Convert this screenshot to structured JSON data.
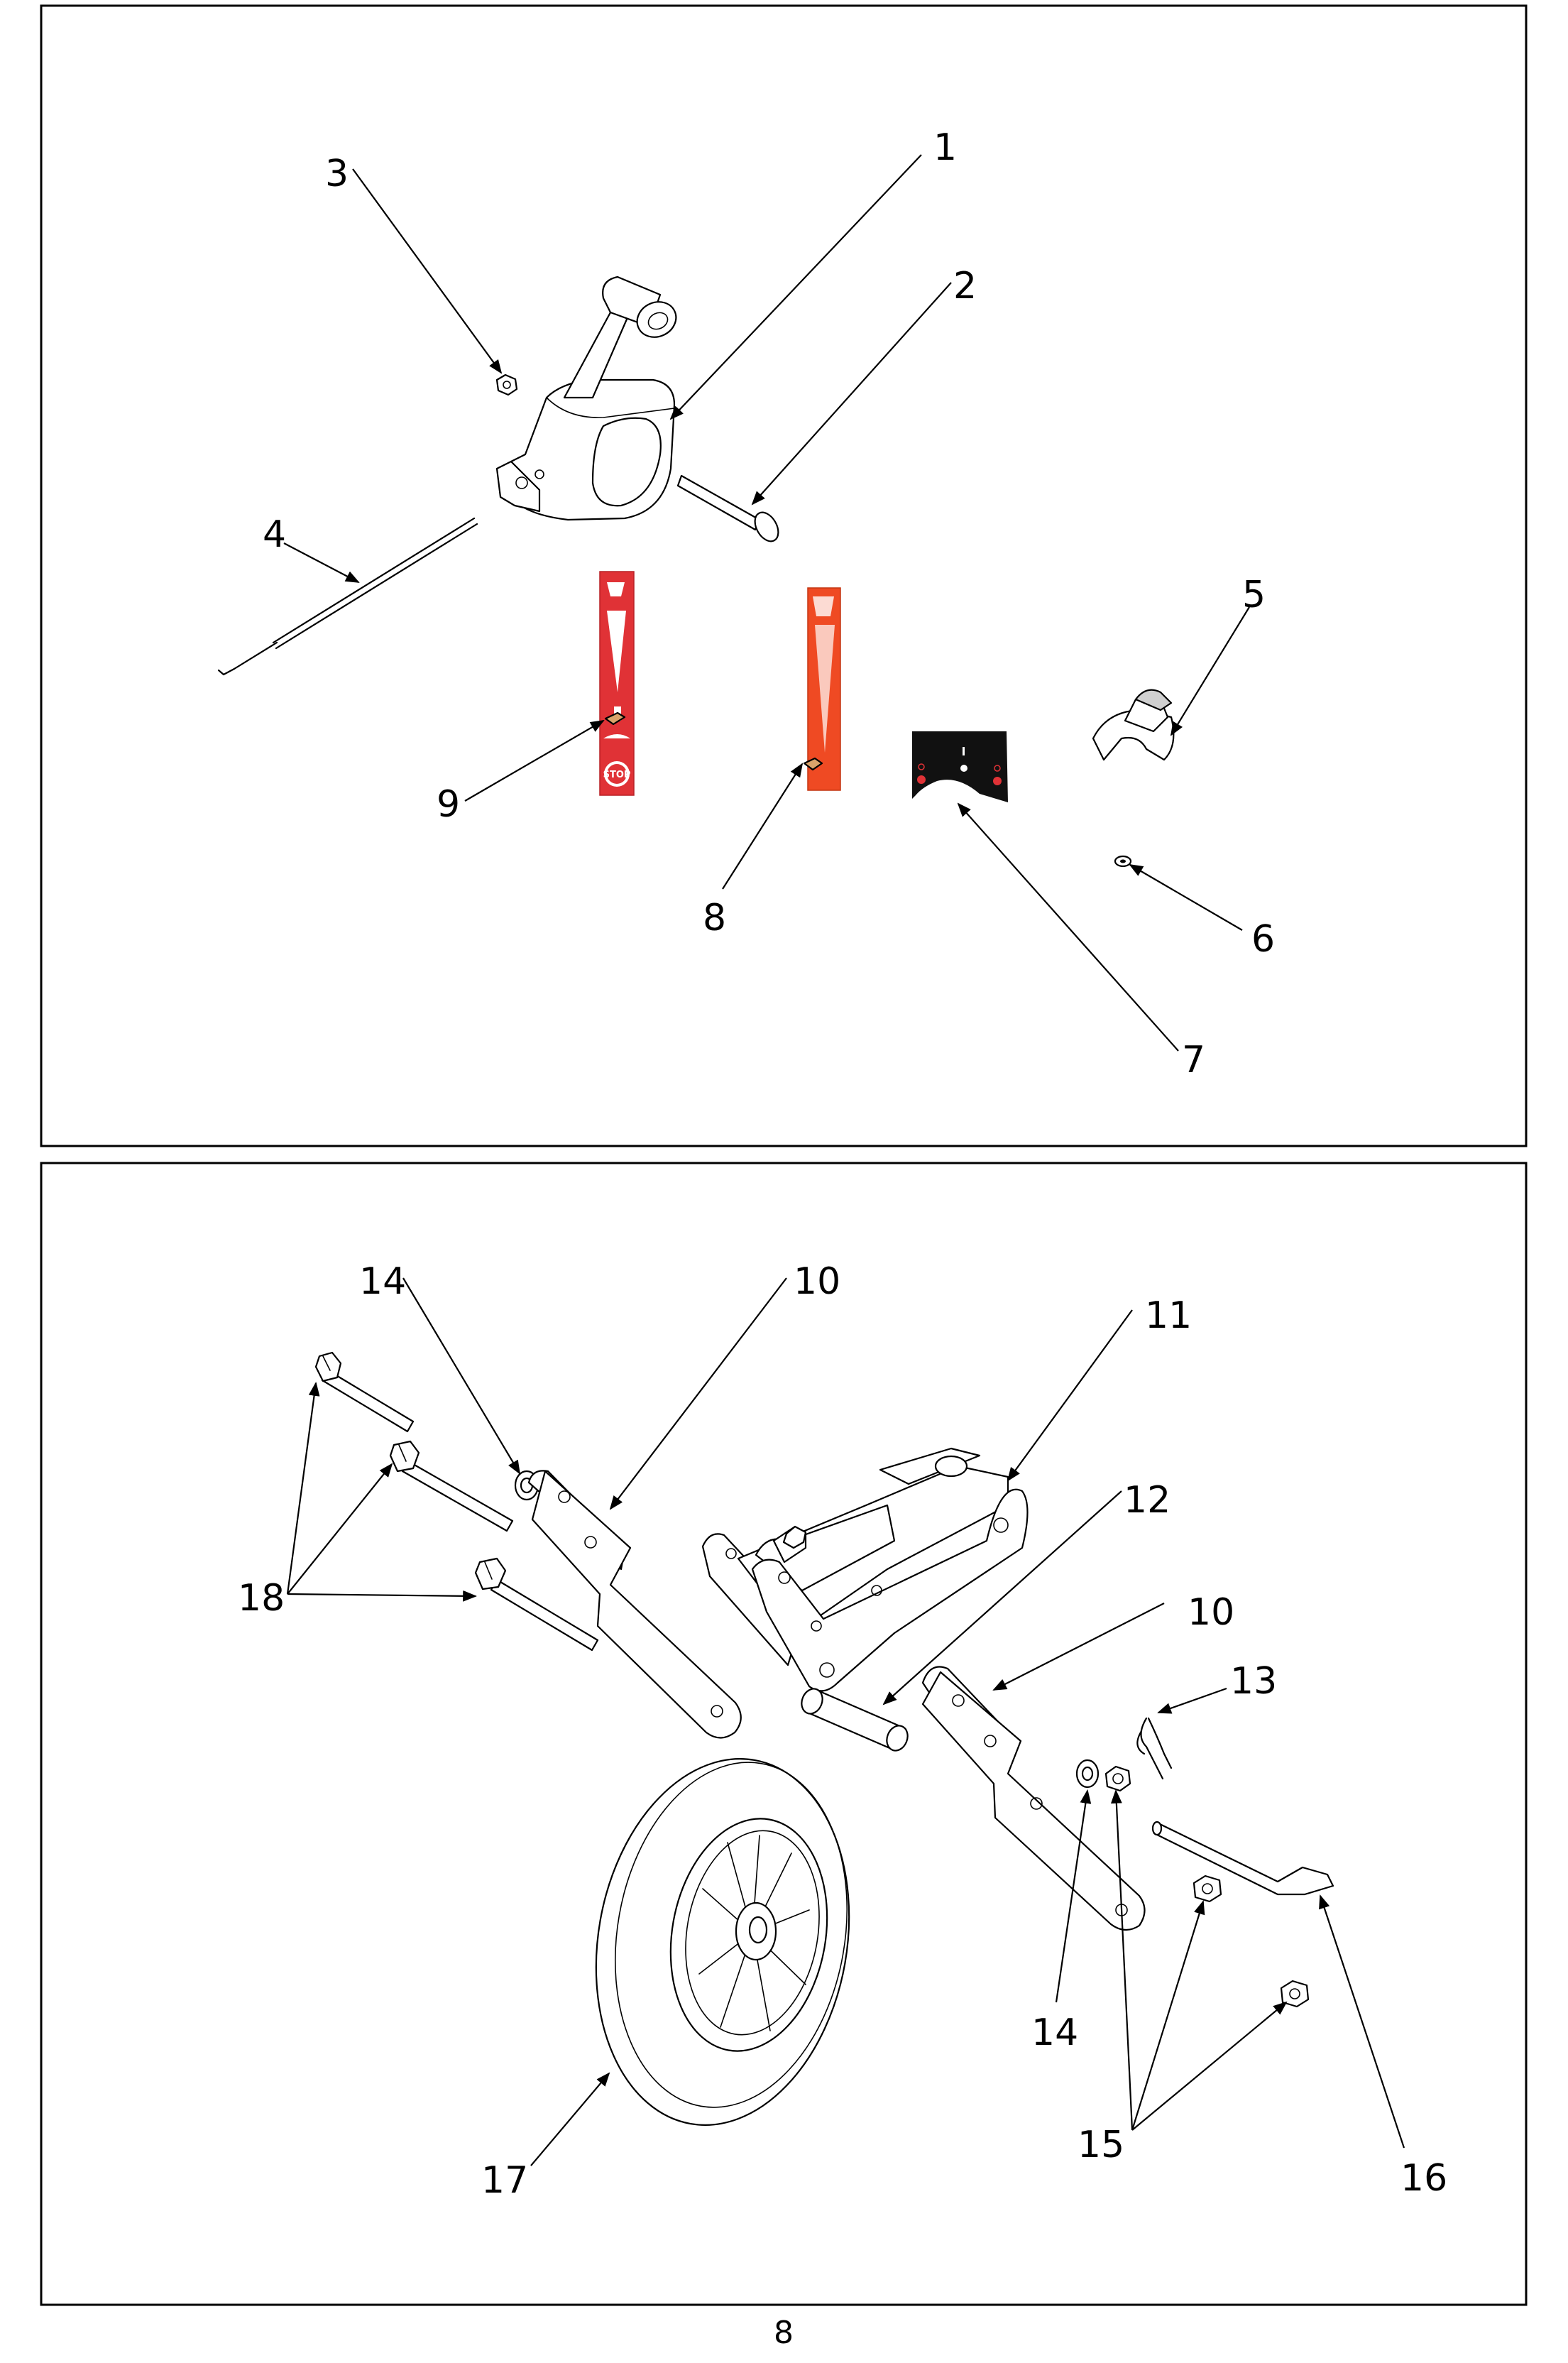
{
  "page_number": "8",
  "top_panel": {
    "callouts": [
      "1",
      "2",
      "3",
      "4",
      "5",
      "6",
      "7",
      "8",
      "9"
    ],
    "decal_text": "STOP"
  },
  "bottom_panel": {
    "callouts": [
      "10",
      "11",
      "12",
      "10",
      "13",
      "14",
      "14",
      "15",
      "16",
      "17",
      "18"
    ]
  },
  "colors": {
    "decal_red": "#e03236",
    "decal_orange": "#ef4a23",
    "plate_black": "#111111",
    "knob_accent": "#d0d0d0"
  }
}
